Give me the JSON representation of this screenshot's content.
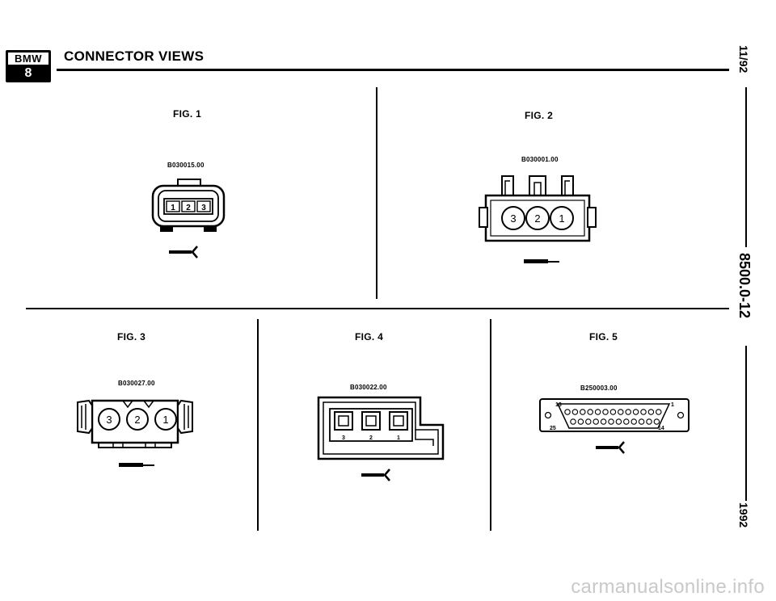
{
  "logo": {
    "brand": "BMW",
    "series": "8"
  },
  "title": "CONNECTOR VIEWS",
  "side": {
    "date": "11/92",
    "page_number": "8500.0-12",
    "year": "1992"
  },
  "figures": [
    {
      "label": "FIG. 1",
      "code": "B030015.00",
      "pins": [
        "1",
        "2",
        "3"
      ]
    },
    {
      "label": "FIG. 2",
      "code": "B030001.00",
      "pins": [
        "3",
        "2",
        "1"
      ]
    },
    {
      "label": "FIG. 3",
      "code": "B030027.00",
      "pins": [
        "3",
        "2",
        "1"
      ]
    },
    {
      "label": "FIG. 4",
      "code": "B030022.00",
      "pins": [
        "3",
        "2",
        "1"
      ]
    },
    {
      "label": "FIG. 5",
      "code": "B250003.00",
      "pins": [
        "13",
        "1",
        "25",
        "14"
      ]
    }
  ],
  "footer": {
    "watermark": "carmanualsonline.info"
  }
}
